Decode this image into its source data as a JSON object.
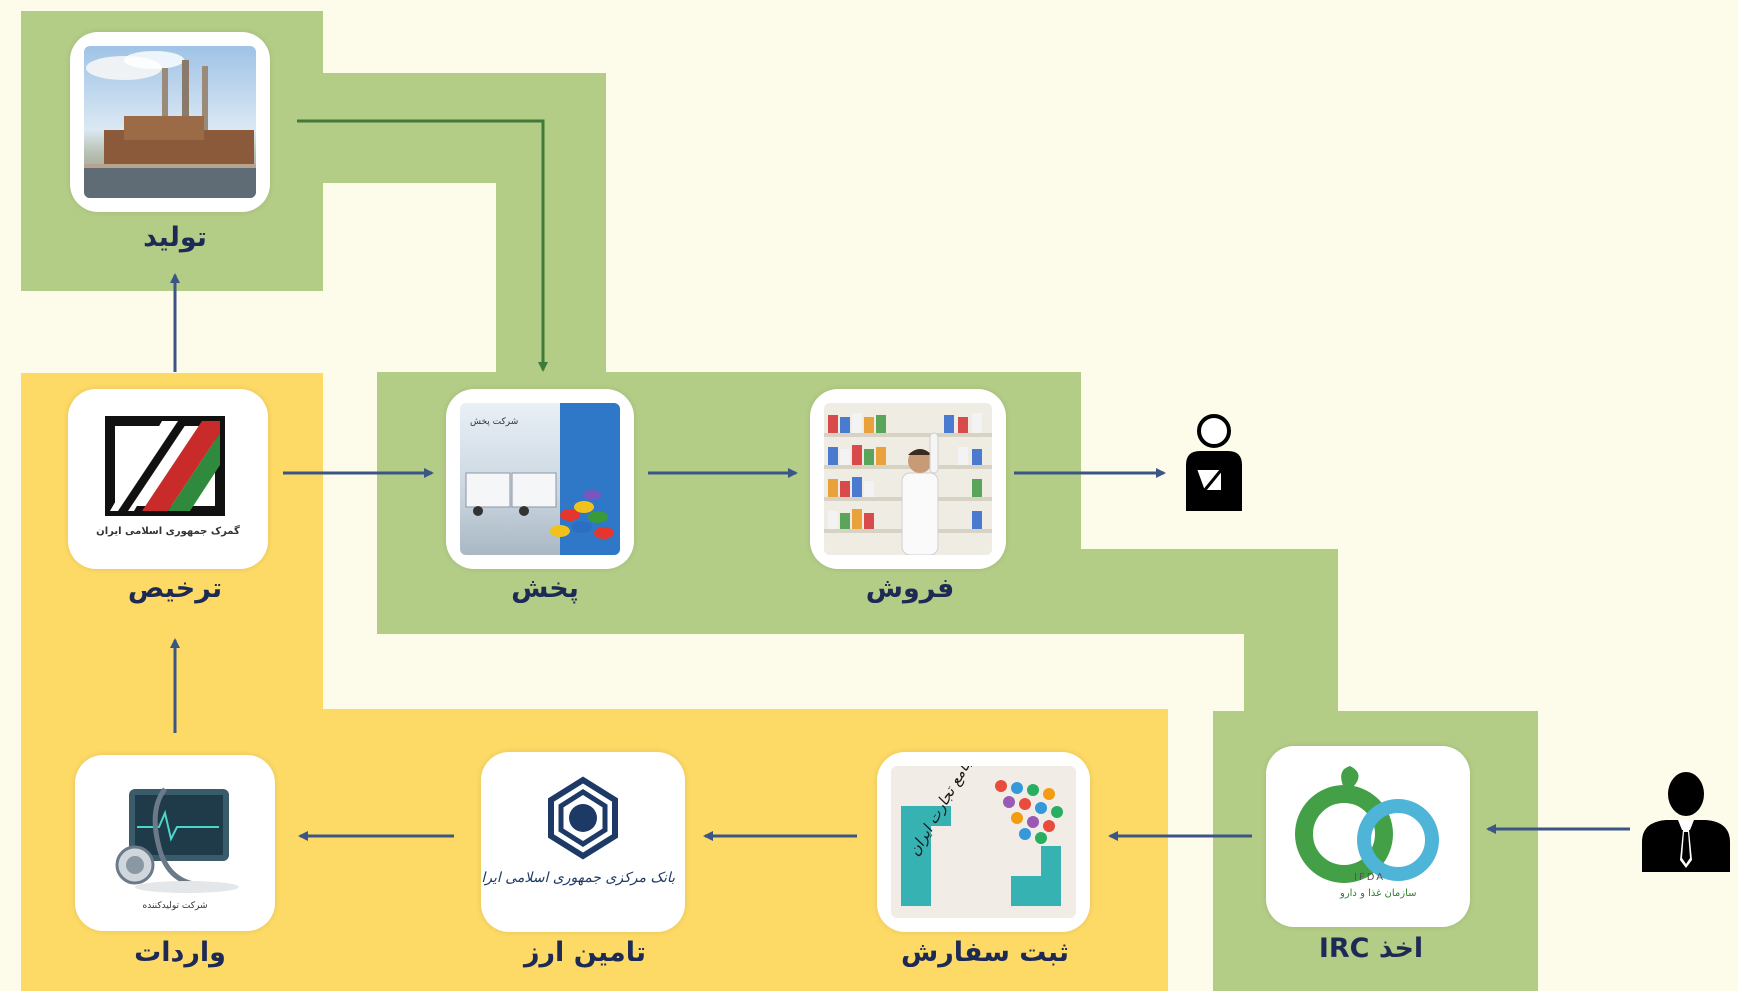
{
  "nodes": {
    "production": {
      "label": "تولید"
    },
    "clearance": {
      "label": "ترخیص",
      "logo_caption": "گمرک جمهوری اسلامی ایران"
    },
    "distribution": {
      "label": "پخش",
      "image_caption": "شرکت پخش"
    },
    "sales": {
      "label": "فروش"
    },
    "imports": {
      "label": "واردات",
      "image_caption": "شرکت تولیدکننده"
    },
    "currency": {
      "label": "تامین ارز",
      "logo_caption": "بانک مرکزی جمهوری اسلامی ایران"
    },
    "order_registration": {
      "label": "ثبت سفارش",
      "logo_caption": "سامانه جامع تجارت ایران"
    },
    "irc": {
      "label": "اخذ IRC",
      "logo_caption_en": "IFDA",
      "logo_caption": "سازمان غذا و دارو"
    }
  },
  "icons": {
    "consumer": "patient-with-sling-icon",
    "applicant": "businessman-icon",
    "factory": "power-plant-image",
    "customs": "customs-logo",
    "trucks": "distribution-trucks-image",
    "pharmacy": "pharmacist-image",
    "medical": "stethoscope-monitor-image",
    "bank": "central-bank-logo",
    "trade": "trade-system-logo",
    "fda": "ifda-logo"
  },
  "colors": {
    "green_zone": "#b3cd87",
    "yellow_zone": "#fdd966",
    "arrow": "#3c5587",
    "label": "#1d2a55",
    "background": "#fdfcea"
  }
}
